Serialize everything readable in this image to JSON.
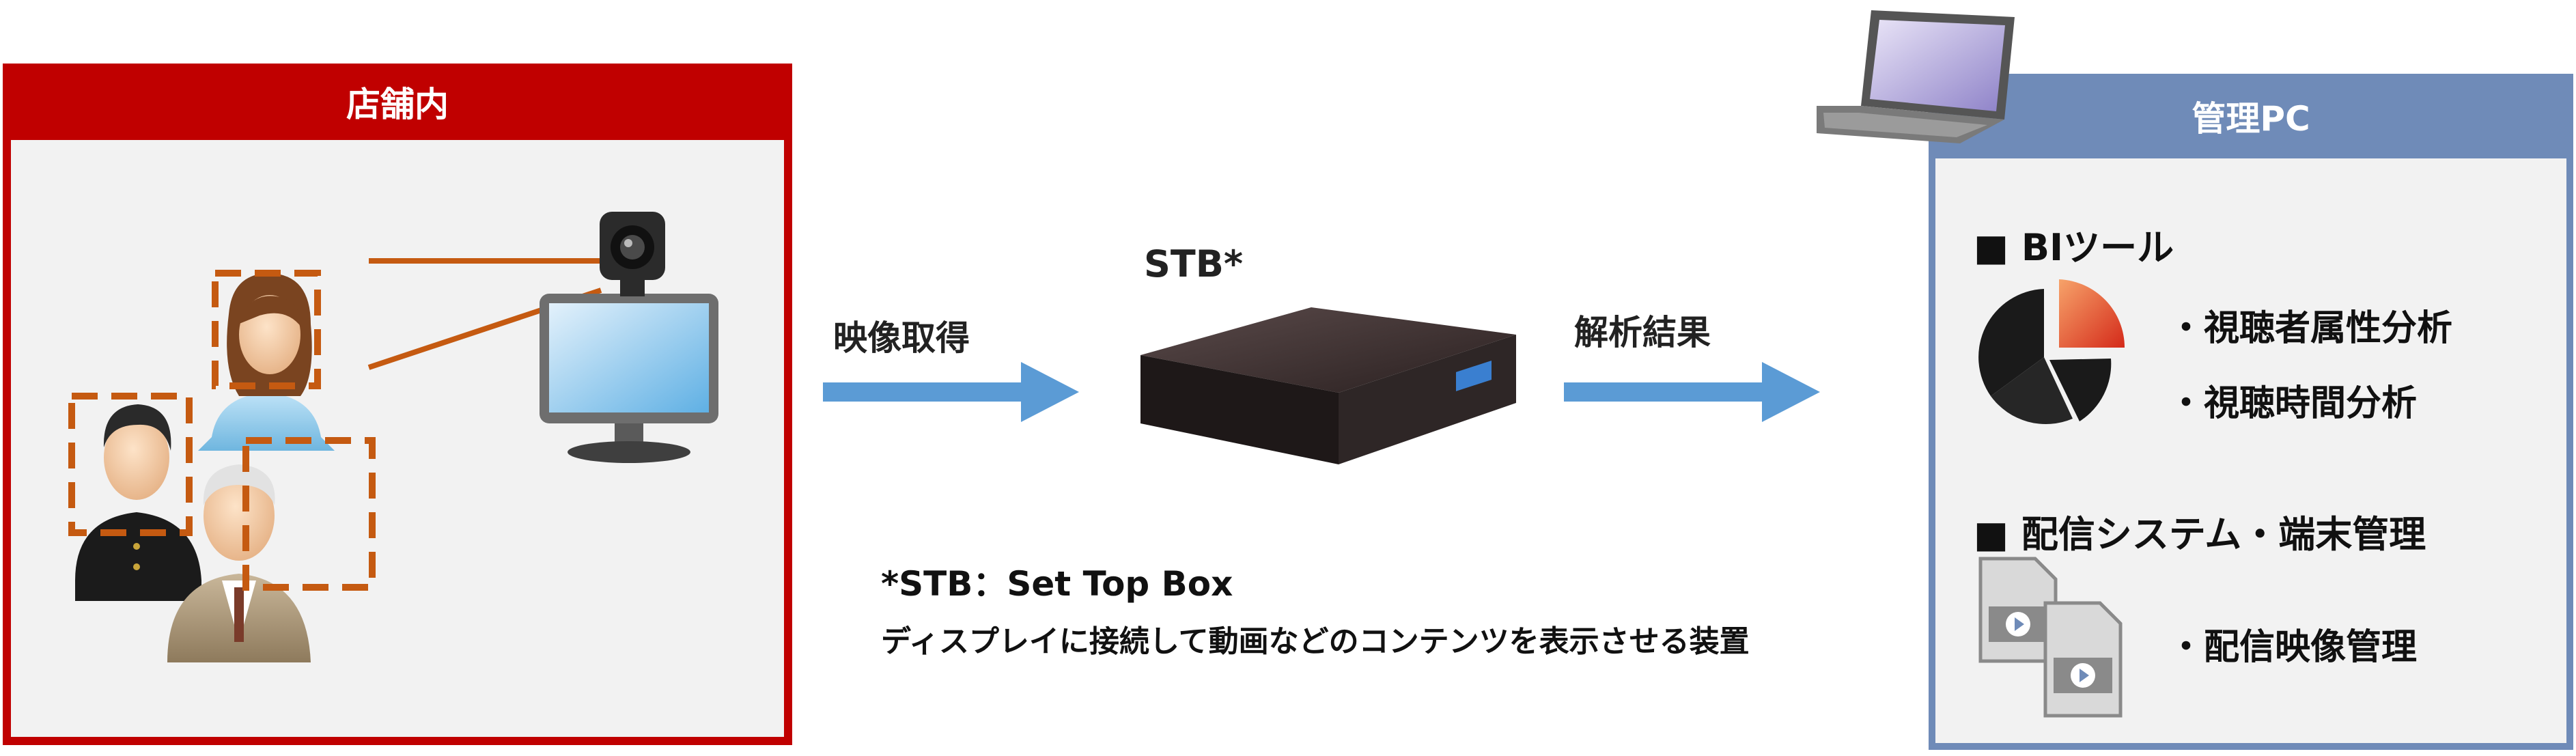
{
  "store": {
    "title": "店舗内"
  },
  "pc": {
    "title": "管理PC"
  },
  "flow": {
    "input_label": "映像取得",
    "device_label": "STB*",
    "output_label": "解析結果"
  },
  "note": {
    "line1": "*STB：Set Top Box",
    "line2": "ディスプレイに接続して動画などのコンテンツを表示させる装置"
  },
  "sections": [
    {
      "heading": "■ BIツール",
      "items": [
        "・視聴者属性分析",
        "・視聴時間分析"
      ]
    },
    {
      "heading": "■ 配信システム・端末管理",
      "items": [
        "・配信映像管理"
      ]
    }
  ],
  "colors": {
    "store": "#c00000",
    "pc": "#6f8bb8",
    "arrow": "#5b9bd5",
    "detection": "#c55a11",
    "chart_dark": "#1a1a1a",
    "chart_accent": "#e8391d"
  },
  "icons": [
    "person-woman-icon",
    "person-boy-icon",
    "person-elderly-icon",
    "webcam-icon",
    "monitor-icon",
    "stb-device-icon",
    "laptop-icon",
    "pie-chart-icon",
    "video-files-icon"
  ]
}
